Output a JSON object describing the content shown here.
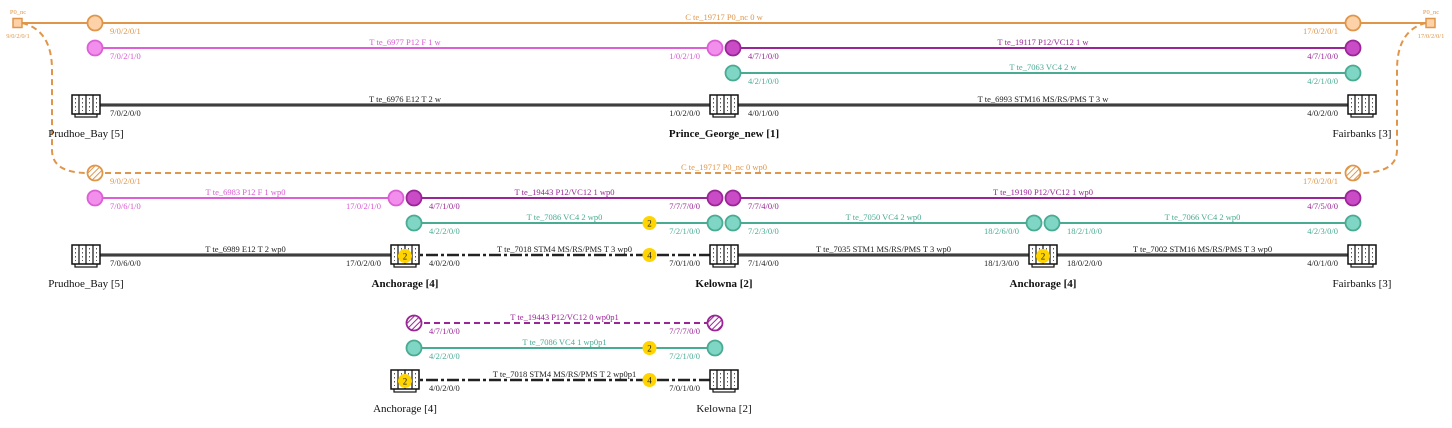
{
  "colors": {
    "orange": {
      "stroke": "#e0964a",
      "fill": "#fdd2a8",
      "text": "#e0964a"
    },
    "pink": {
      "stroke": "#dc5fd6",
      "fill": "#f28fec",
      "text": "#d85ad2"
    },
    "purple": {
      "stroke": "#9a2596",
      "fill": "#c94cc6",
      "text": "#9a2596"
    },
    "teal": {
      "stroke": "#4aab93",
      "fill": "#7fd6c4",
      "text": "#4aab93"
    },
    "black": {
      "stroke": "#222222",
      "fill": "#ffffff",
      "text": "#222222"
    },
    "badge": "#ffd400"
  },
  "terminals": [
    {
      "name": "P0_nc",
      "port": "9/0/2/0/1"
    },
    {
      "name": "P0_nc",
      "port": "17/0/2/0/1"
    }
  ],
  "sections": [
    {
      "sites": [
        {
          "name": "Prudhoe_Bay [5]",
          "bold": false
        },
        {
          "name": "Prince_George_new [1]",
          "bold": true
        },
        {
          "name": "Fairbanks [3]",
          "bold": false
        }
      ],
      "links": [
        {
          "label": "C te_19717 P0_nc 0 w",
          "color": "orange",
          "style": "solid",
          "from_port": "9/0/2/0/1",
          "to_port": "17/0/2/0/1",
          "end": "circle"
        },
        {
          "label": "T te_6977 P12 F 1 w",
          "color": "pink",
          "style": "solid",
          "from_port": "7/0/2/1/0",
          "to_port": "1/0/2/1/0",
          "end": "circle"
        },
        {
          "label": "T te_19117 P12/VC12 1 w",
          "color": "purple",
          "style": "solid",
          "from_port": "4/7/1/0/0",
          "to_port": "4/7/1/0/0",
          "end": "circle"
        },
        {
          "label": "T te_7063 VC4 2 w",
          "color": "teal",
          "style": "solid",
          "from_port": "4/2/1/0/0",
          "to_port": "4/2/1/0/0",
          "end": "circle"
        },
        {
          "label": "T te_6976 E12 T 2 w",
          "color": "black",
          "style": "solid",
          "from_port": "7/0/2/0/0",
          "to_port": "1/0/2/0/0",
          "end": "ne"
        },
        {
          "label": "T te_6993 STM16 MS/RS/PMS T 3 w",
          "color": "black",
          "style": "solid",
          "from_port": "4/0/1/0/0",
          "to_port": "4/0/2/0/0",
          "end": "ne"
        }
      ]
    },
    {
      "sites": [
        {
          "name": "Prudhoe_Bay [5]",
          "bold": false
        },
        {
          "name": "Anchorage [4]",
          "bold": true
        },
        {
          "name": "Kelowna [2]",
          "bold": true
        },
        {
          "name": "Anchorage [4]",
          "bold": true
        },
        {
          "name": "Fairbanks [3]",
          "bold": false
        }
      ],
      "ne_badges": [
        "2",
        "2"
      ],
      "links": [
        {
          "label": "C te_19717 P0_nc 0 wp0",
          "color": "orange",
          "style": "dashed",
          "from_port": "9/0/2/0/1",
          "to_port": "17/0/2/0/1",
          "end": "hatched"
        },
        {
          "label": "T te_6983 P12 F 1 wp0",
          "color": "pink",
          "style": "solid",
          "from_port": "7/0/6/1/0",
          "to_port": "17/0/2/1/0",
          "end": "circle"
        },
        {
          "label": "T te_19443 P12/VC12 1 wp0",
          "color": "purple",
          "style": "solid",
          "from_port": "4/7/1/0/0",
          "to_port": "7/7/7/0/0",
          "end": "circle"
        },
        {
          "label": "T te_19190 P12/VC12 1 wp0",
          "color": "purple",
          "style": "solid",
          "from_port": "7/7/4/0/0",
          "to_port": "4/7/5/0/0",
          "end": "circle"
        },
        {
          "label": "T te_7086 VC4 2 wp0",
          "color": "teal",
          "style": "solid",
          "from_port": "4/2/2/0/0",
          "to_port": "7/2/1/0/0",
          "end": "circle",
          "badge": "2"
        },
        {
          "label": "T te_7050 VC4 2 wp0",
          "color": "teal",
          "style": "solid",
          "from_port": "7/2/3/0/0",
          "to_port": "18/2/6/0/0",
          "end": "circle"
        },
        {
          "label": "T te_7066 VC4 2 wp0",
          "color": "teal",
          "style": "solid",
          "from_port": "18/2/1/0/0",
          "to_port": "4/2/3/0/0",
          "end": "circle"
        },
        {
          "label": "T te_6989 E12 T 2 wp0",
          "color": "black",
          "style": "solid",
          "from_port": "7/0/6/0/0",
          "to_port": "17/0/2/0/0",
          "end": "ne"
        },
        {
          "label": "T te_7018 STM4 MS/RS/PMS T 3 wp0",
          "color": "black",
          "style": "dashdot",
          "from_port": "4/0/2/0/0",
          "to_port": "7/0/1/0/0",
          "end": "ne",
          "badge": "4"
        },
        {
          "label": "T te_7035 STM1 MS/RS/PMS T 3 wp0",
          "color": "black",
          "style": "solid",
          "from_port": "7/1/4/0/0",
          "to_port": "18/1/3/0/0",
          "end": "ne"
        },
        {
          "label": "T te_7002 STM16 MS/RS/PMS T 3 wp0",
          "color": "black",
          "style": "solid",
          "from_port": "18/0/2/0/0",
          "to_port": "4/0/1/0/0",
          "end": "ne"
        }
      ]
    },
    {
      "sites": [
        {
          "name": "Anchorage [4]",
          "bold": false
        },
        {
          "name": "Kelowna [2]",
          "bold": false
        }
      ],
      "ne_badges": [
        "2"
      ],
      "links": [
        {
          "label": "T te_19443 P12/VC12 0 wp0p1",
          "color": "purple",
          "style": "dashed",
          "from_port": "4/7/1/0/0",
          "to_port": "7/7/7/0/0",
          "end": "hatched"
        },
        {
          "label": "T te_7086 VC4 1 wp0p1",
          "color": "teal",
          "style": "solid",
          "from_port": "4/2/2/0/0",
          "to_port": "7/2/1/0/0",
          "end": "circle",
          "badge": "2"
        },
        {
          "label": "T te_7018 STM4 MS/RS/PMS T 2 wp0p1",
          "color": "black",
          "style": "dashdot",
          "from_port": "4/0/2/0/0",
          "to_port": "7/0/1/0/0",
          "end": "ne",
          "badge": "4"
        }
      ]
    }
  ]
}
